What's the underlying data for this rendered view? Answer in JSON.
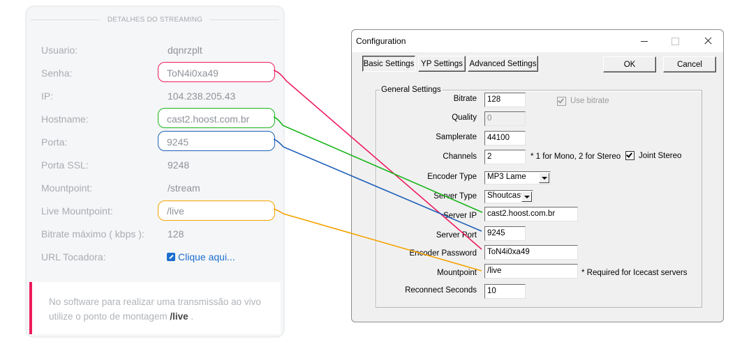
{
  "panel": {
    "title": "DETALHES DO STREAMING",
    "rows": [
      {
        "label": "Usuario:",
        "value": "dqnrzplt"
      },
      {
        "label": "Senha:",
        "value": "ToN4i0xa49"
      },
      {
        "label": "IP:",
        "value": "104.238.205.43"
      },
      {
        "label": "Hostname:",
        "value": "cast2.hoost.com.br"
      },
      {
        "label": "Porta:",
        "value": "9245"
      },
      {
        "label": "Porta SSL:",
        "value": "9248"
      },
      {
        "label": "Mountpoint:",
        "value": "/stream"
      },
      {
        "label": "Live Mountpoint:",
        "value": "/live"
      },
      {
        "label": "Bitrate máximo ( kbps ):",
        "value": "128"
      },
      {
        "label": "URL Tocadora:",
        "value": "Clique aqui..."
      }
    ],
    "link_icon": "external-link-icon",
    "notice_text": "No software para realizar uma transmissão ao vivo utilize o ponto de montagem",
    "notice_bold": "/live",
    "notice_end": " ."
  },
  "dialog": {
    "title": "Configuration",
    "tabs": [
      "Basic Settings",
      "YP Settings",
      "Advanced Settings"
    ],
    "ok_label": "OK",
    "cancel_label": "Cancel",
    "group_title": "General Settings",
    "fields": {
      "bitrate": {
        "label": "Bitrate",
        "value": "128"
      },
      "quality": {
        "label": "Quality",
        "value": "0"
      },
      "samplerate": {
        "label": "Samplerate",
        "value": "44100"
      },
      "channels": {
        "label": "Channels",
        "value": "2"
      },
      "encoder_type": {
        "label": "Encoder Type",
        "value": "MP3 Lame"
      },
      "server_type": {
        "label": "Server Type",
        "value": "Shoutcast"
      },
      "server_ip": {
        "label": "Server IP",
        "value": "cast2.hoost.com.br"
      },
      "server_port": {
        "label": "Server Port",
        "value": "9245"
      },
      "encoder_password": {
        "label": "Encoder Password",
        "value": "ToN4i0xa49"
      },
      "mountpoint": {
        "label": "Mountpoint",
        "value": "/live"
      },
      "reconnect": {
        "label": "Reconnect Seconds",
        "value": "10"
      }
    },
    "use_bitrate_label": "Use bitrate",
    "use_bitrate_checked": true,
    "channels_note": "* 1 for Mono, 2 for Stereo",
    "joint_stereo_label": "Joint Stereo",
    "joint_stereo_checked": true,
    "mountpoint_note": "* Required for Icecast servers"
  },
  "colors": {
    "password": "#ee1c5e",
    "hostname": "#19b51b",
    "port": "#1f5fb8",
    "mount": "#f5a300",
    "notice_accent": "#ed1b5a",
    "link": "#1c6ecf"
  }
}
